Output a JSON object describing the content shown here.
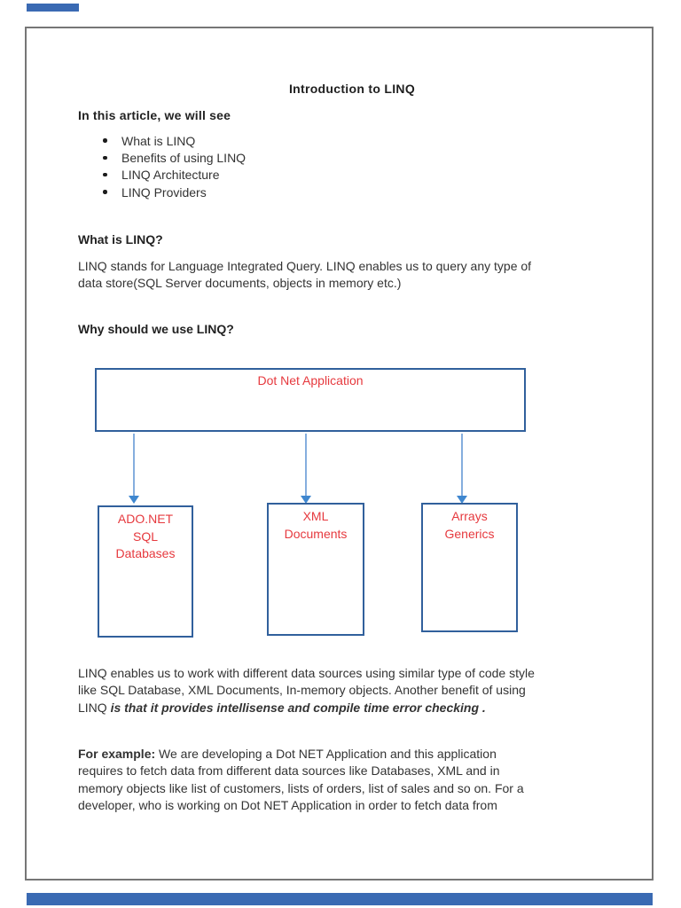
{
  "doc": {
    "title": "Introduction to LINQ",
    "intro_heading": "In this article, we will see",
    "toc_items": [
      "What is LINQ",
      "Benefits of using LINQ",
      "LINQ Architecture",
      "LINQ Providers"
    ],
    "what_heading": "What is LINQ?",
    "what_body": "LINQ stands for Language Integrated Query. LINQ enables us to query any type of\ndata store(SQL Server documents, objects in memory etc.)",
    "why_heading": "Why should we use LINQ?",
    "benefits_paragraph": {
      "segments": [
        {
          "style": "normal",
          "text": "LINQ enables us to work with different data sources using similar type of code style\nlike SQL Database, XML Documents, In-memory objects. Another benefit of using\nLINQ "
        },
        {
          "style": "bold-italic",
          "text": "is that it provides intellisense and compile time error checking ."
        }
      ]
    },
    "example_paragraph": {
      "segments": [
        {
          "style": "bold",
          "text": "For example:"
        },
        {
          "style": "normal",
          "text": " We are developing a Dot NET Application and this application\nrequires to fetch data from different data sources like Databases, XML and in\nmemory objects like list of customers, lists of orders, list of sales and so on. For a\ndeveloper, who is working on Dot NET Application in order to fetch data from"
        }
      ]
    }
  },
  "diagram": {
    "root": {
      "label": "Dot Net Application"
    },
    "children": [
      {
        "label": "ADO.NET\nSQL\nDatabases"
      },
      {
        "label": "XML\nDocuments"
      },
      {
        "label": "Arrays\nGenerics"
      }
    ]
  },
  "colors": {
    "diagram_text_red": "#e6393e",
    "shape_border_blue": "#31609c",
    "connector_blue": "#85aede",
    "arrowhead_blue": "#3f87cf",
    "page_border_gray": "#767676",
    "adjacent_page_blue": "#3a6ab3",
    "body_text": "#333333"
  }
}
